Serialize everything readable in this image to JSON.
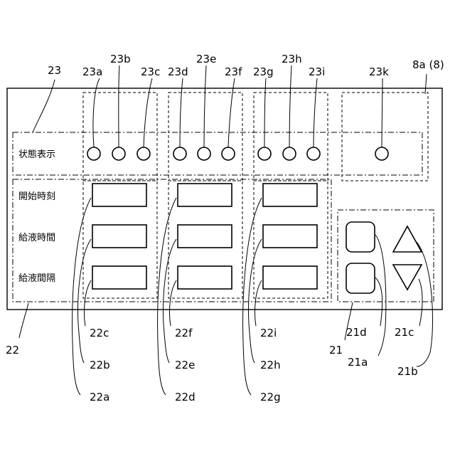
{
  "labels": {
    "status_display": "状態表示",
    "start_time": "開始時刻",
    "supply_duration": "給液時間",
    "supply_interval": "給液間隔"
  },
  "refs": {
    "r8a": "8a (8)",
    "r21": "21",
    "r21a": "21a",
    "r21b": "21b",
    "r21c": "21c",
    "r21d": "21d",
    "r22": "22",
    "r22a": "22a",
    "r22b": "22b",
    "r22c": "22c",
    "r22d": "22d",
    "r22e": "22e",
    "r22f": "22f",
    "r22g": "22g",
    "r22h": "22h",
    "r22i": "22i",
    "r23": "23",
    "r23a": "23a",
    "r23b": "23b",
    "r23c": "23c",
    "r23d": "23d",
    "r23e": "23e",
    "r23f": "23f",
    "r23g": "23g",
    "r23h": "23h",
    "r23i": "23i",
    "r23k": "23k"
  }
}
